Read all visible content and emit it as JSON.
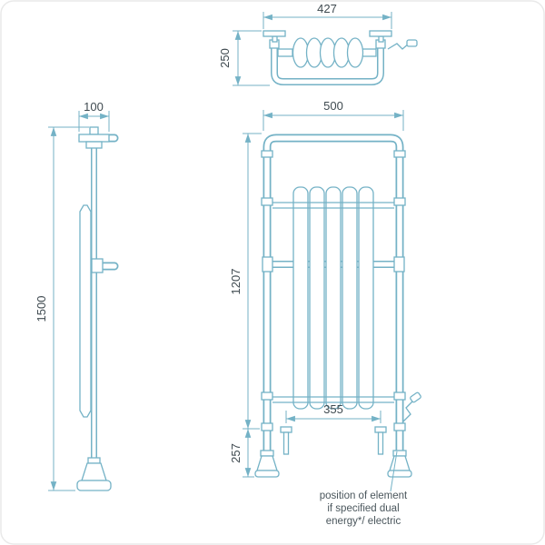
{
  "colors": {
    "line": "#74b2c6",
    "dim_text": "#3f4a50",
    "note_text": "#4a565c"
  },
  "dimensions": {
    "top_width": "427",
    "top_depth": "250",
    "side_width": "100",
    "overall_height": "1500",
    "front_width": "500",
    "upper_height": "1207",
    "lower_height": "257",
    "tapping_centres": "355"
  },
  "note": {
    "line1": "position of element",
    "line2": "if specified dual",
    "line3": "energy*/ electric"
  }
}
